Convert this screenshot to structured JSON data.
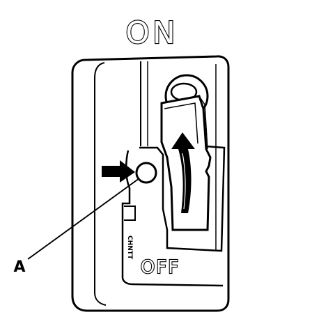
{
  "labels": {
    "on": "ON",
    "off": "OFF",
    "callout_a": "A",
    "side_mark": "CHNTT"
  },
  "colors": {
    "ink": "#000000",
    "paper": "#ffffff"
  }
}
